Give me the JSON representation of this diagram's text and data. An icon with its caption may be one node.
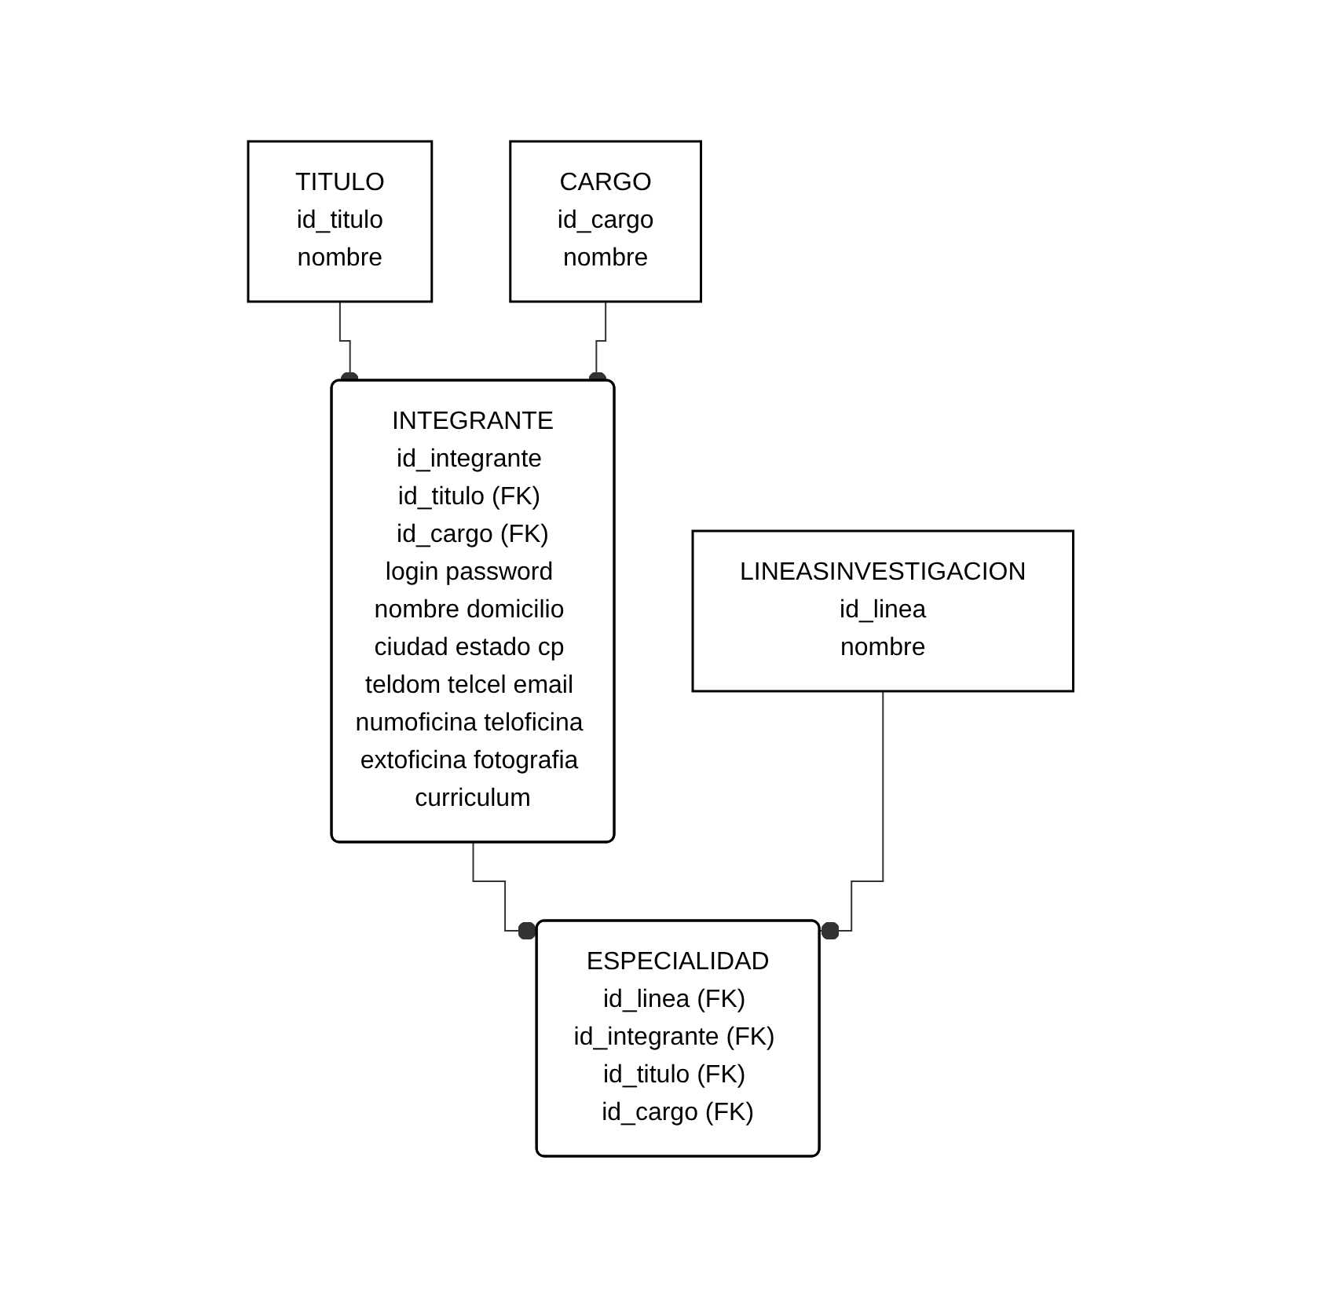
{
  "diagram": {
    "nodes": [
      {
        "text": [
          "INTEGRANTE",
          "id_integrante id_titulo (FK) id_cargo (FK)",
          "login password nombre domicilio ciudad estado cp teldom telcel email numoficina teloficina extoficina fotografia curriculum"
        ]
      },
      {
        "text": [
          "ESPECIALIDAD",
          "id_linea (FK) id_integrante (FK) id_titulo (FK) id_cargo (FK)"
        ]
      },
      {
        "text": [
          "LINEASINVESTIGACION",
          "id_linea",
          "nombre"
        ]
      },
      {
        "text": [
          "TITULO",
          "id_titulo",
          "nombre"
        ]
      },
      {
        "text": [
          "CARGO",
          "id_cargo",
          "nombre"
        ]
      }
    ],
    "edges": [
      {
        "from": 0,
        "to": 1,
        "arrow": "other"
      },
      {
        "from": 2,
        "to": 1,
        "arrow": "other"
      },
      {
        "from": 3,
        "to": 0,
        "arrow": "other"
      },
      {
        "from": 4,
        "to": 0,
        "arrow": "other"
      }
    ]
  }
}
